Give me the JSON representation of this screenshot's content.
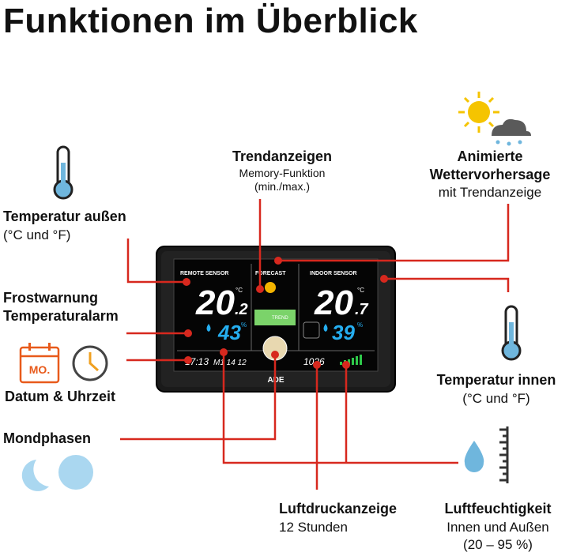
{
  "title": "Funktionen im Überblick",
  "labels": {
    "temp_outside": {
      "title": "Temperatur außen",
      "sub": "(°C und °F)"
    },
    "frost": {
      "line1": "Frostwarnung",
      "line2": "Temperaturalarm"
    },
    "date_time": {
      "title": "Datum & Uhrzeit",
      "calendar_text": "MO."
    },
    "moon": {
      "title": "Mondphasen"
    },
    "trend": {
      "title": "Trendanzeigen",
      "sub1": "Memory-Funktion",
      "sub2": "(min./max.)"
    },
    "forecast": {
      "line1": "Animierte",
      "line2": "Wettervorhersage",
      "line3": "mit Trendanzeige"
    },
    "temp_inside": {
      "title": "Temperatur innen",
      "sub": "(°C und °F)"
    },
    "pressure": {
      "title": "Luftdruckanzeige",
      "sub": "12 Stunden"
    },
    "humidity": {
      "title": "Luftfeuchtigkeit",
      "sub1": "Innen und Außen",
      "sub2": "(20 – 95 %)"
    }
  },
  "device": {
    "brand": "ADE",
    "remote_header": "REMOTE SENSOR",
    "forecast_header": "FORECAST",
    "indoor_header": "INDOOR SENSOR",
    "remote_temp": "20",
    "remote_temp_dec": ".2",
    "indoor_temp": "20",
    "indoor_temp_dec": ".7",
    "unit_c": "°C",
    "remote_hum": "43",
    "indoor_hum": "39",
    "hum_unit": "%",
    "time": "17:13",
    "date": "M1  14 12",
    "pressure": "1026",
    "trend_label": "TREND"
  },
  "colors": {
    "accent_red": "#d7281e",
    "icon_blue": "#6fb6dd",
    "moon_blue": "#aad7f0",
    "lcd_humidity": "#25aef0",
    "calendar_orange": "#e85a1b"
  }
}
